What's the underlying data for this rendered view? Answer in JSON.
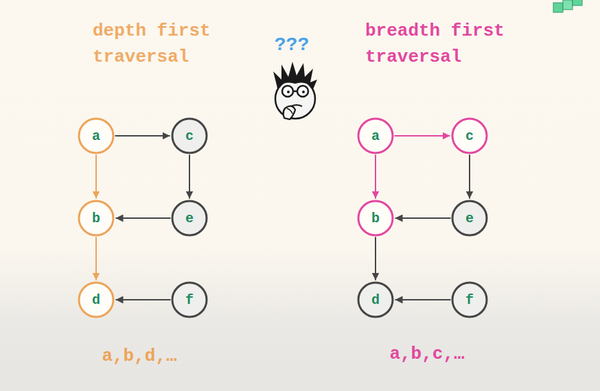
{
  "diagram": {
    "nodes": [
      {
        "text": [
          "a"
        ]
      },
      {
        "text": [
          "c"
        ]
      },
      {
        "text": [
          "b"
        ]
      },
      {
        "text": [
          "e"
        ]
      },
      {
        "text": [
          "d"
        ]
      },
      {
        "text": [
          "f"
        ]
      },
      {
        "text": [
          "a"
        ]
      },
      {
        "text": [
          "c"
        ]
      },
      {
        "text": [
          "b"
        ]
      },
      {
        "text": [
          "e"
        ]
      },
      {
        "text": [
          "d"
        ]
      },
      {
        "text": [
          "f"
        ]
      }
    ],
    "edges": [
      {
        "from": 0,
        "to": 1,
        "arrow": "to"
      },
      {
        "from": 0,
        "to": 2,
        "arrow": "to"
      },
      {
        "from": 1,
        "to": 3,
        "arrow": "to"
      },
      {
        "from": 3,
        "to": 2,
        "arrow": "to"
      },
      {
        "from": 2,
        "to": 4,
        "arrow": "to"
      },
      {
        "from": 5,
        "to": 4,
        "arrow": "to"
      },
      {
        "from": 6,
        "to": 7,
        "arrow": "to"
      },
      {
        "from": 6,
        "to": 8,
        "arrow": "to"
      },
      {
        "from": 7,
        "to": 9,
        "arrow": "to"
      },
      {
        "from": 9,
        "to": 8,
        "arrow": "to"
      },
      {
        "from": 8,
        "to": 10,
        "arrow": "to"
      },
      {
        "from": 11,
        "to": 10,
        "arrow": "to"
      }
    ],
    "labels": [
      "depth first traversal",
      "breadth first traversal",
      "???",
      "a,b,d,…",
      "a,b,c,…"
    ]
  }
}
